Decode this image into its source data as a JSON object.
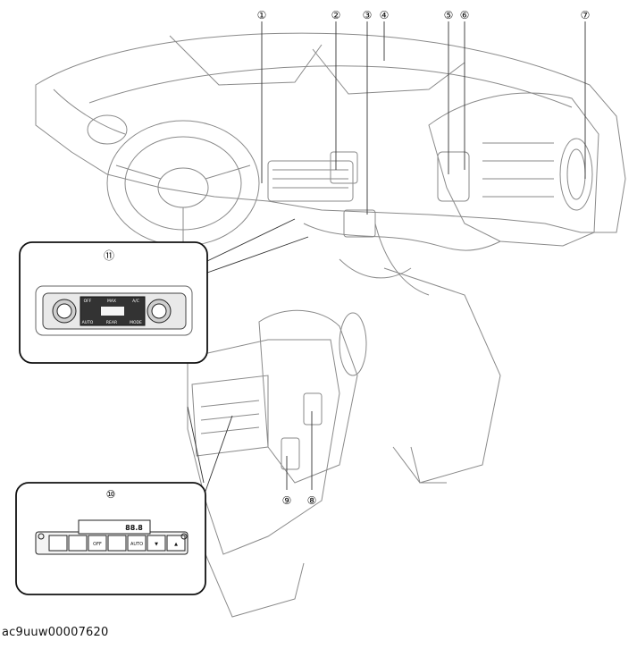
{
  "callouts": [
    {
      "id": "callout-1",
      "label": "①"
    },
    {
      "id": "callout-2",
      "label": "②"
    },
    {
      "id": "callout-3",
      "label": "③"
    },
    {
      "id": "callout-4",
      "label": "④"
    },
    {
      "id": "callout-5",
      "label": "⑤"
    },
    {
      "id": "callout-6",
      "label": "⑥"
    },
    {
      "id": "callout-7",
      "label": "⑦"
    },
    {
      "id": "callout-8",
      "label": "⑧"
    },
    {
      "id": "callout-9",
      "label": "⑨"
    },
    {
      "id": "callout-10",
      "label": "⑩"
    },
    {
      "id": "callout-11",
      "label": "⑪"
    }
  ],
  "front_panel": {
    "buttons": [
      "OFF",
      "MAX",
      "A/C",
      "AUTO",
      "REAR",
      "MODE"
    ]
  },
  "rear_panel": {
    "display_text": "88.8",
    "buttons": [
      "OFF",
      "AUTO",
      "▼",
      "▲"
    ]
  },
  "caption": "ac9uuw00007620"
}
